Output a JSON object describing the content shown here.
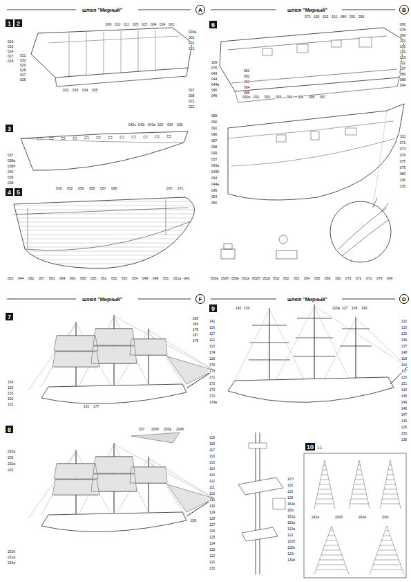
{
  "diagram": {
    "nodes": [
      {
        "text": [
          "A"
        ]
      },
      {
        "text": [
          "B"
        ]
      },
      {
        "text": [
          "F"
        ]
      },
      {
        "text": [
          "D"
        ]
      },
      {
        "text": [
          "1"
        ]
      },
      {
        "text": [
          "2"
        ]
      },
      {
        "text": [
          "3"
        ]
      },
      {
        "text": [
          "4"
        ]
      },
      {
        "text": [
          "5"
        ]
      },
      {
        "text": [
          "6"
        ]
      },
      {
        "text": [
          "7"
        ]
      },
      {
        "text": [
          "8"
        ]
      },
      {
        "text": [
          "9"
        ]
      },
      {
        "text": [
          "10"
        ]
      }
    ],
    "labels": [
      "шлюп \"Мирный\"",
      "шлюп \"Мирный\"",
      "шлюп \"Мирный\"",
      "шлюп \"Мирный\"",
      "009",
      "010",
      "011",
      "005",
      "025",
      "004",
      "024",
      "003",
      "003а",
      "002",
      "001",
      "013",
      "016",
      "015",
      "014",
      "017",
      "018",
      "031",
      "030",
      "029",
      "028",
      "027",
      "026",
      "032",
      "033",
      "034",
      "035",
      "007",
      "008",
      "021",
      "022",
      "042з",
      "042г",
      "041в",
      "020",
      "034",
      "038",
      "037",
      "038а",
      "038б",
      "040",
      "039",
      "048",
      "039",
      "052",
      "059",
      "058",
      "057",
      "068",
      "070",
      "071",
      "053",
      "044",
      "062",
      "057",
      "063",
      "064",
      "060",
      "056",
      "055",
      "051",
      "052",
      "053",
      "054",
      "049",
      "048",
      "051",
      "051а",
      "043",
      "070",
      "100",
      "102",
      "101",
      "084",
      "091",
      "093",
      "080",
      "078",
      "099",
      "100",
      "106",
      "104",
      "103",
      "102",
      "107",
      "089",
      "088",
      "094",
      "109",
      "075",
      "043",
      "044",
      "044а",
      "045",
      "046",
      "081",
      "082",
      "083",
      "084",
      "085",
      "090а",
      "091",
      "092",
      "093",
      "094",
      "095",
      "096",
      "097",
      "089",
      "090",
      "091",
      "096",
      "097",
      "098",
      "099",
      "057",
      "043а",
      "043б",
      "044",
      "044а",
      "045",
      "054",
      "050",
      "110",
      "071",
      "073",
      "074",
      "075",
      "079",
      "080",
      "106",
      "105",
      "050а",
      "050б",
      "050в",
      "052а",
      "052б",
      "052в",
      "052г",
      "052",
      "053",
      "054",
      "055",
      "056",
      "160",
      "073",
      "072",
      "071",
      "079",
      "049",
      "186",
      "184",
      "178",
      "187",
      "179",
      "154",
      "153",
      "133",
      "152",
      "131",
      "151",
      "177",
      "203а",
      "203",
      "202а",
      "202",
      "207",
      "205б",
      "205а",
      "204б",
      "206",
      "201б",
      "201а",
      "204а",
      "142",
      "119",
      "120а",
      "127",
      "128",
      "143",
      "141",
      "116",
      "117",
      "112",
      "113",
      "174",
      "115",
      "176",
      "175",
      "171",
      "172",
      "173",
      "170",
      "174а",
      "132",
      "133",
      "129",
      "136",
      "137",
      "148",
      "118",
      "116",
      "117",
      "120",
      "121",
      "134",
      "135",
      "149",
      "146",
      "147",
      "130",
      "125",
      "150",
      "138",
      "119",
      "118",
      "117",
      "116",
      "115",
      "114",
      "113",
      "112",
      "111",
      "110",
      "131",
      "130",
      "129",
      "128",
      "127",
      "126",
      "125",
      "124",
      "123",
      "122",
      "121",
      "130",
      "117г",
      "116",
      "115",
      "128",
      "161в",
      "161г",
      "161д",
      "161а",
      "121в",
      "122",
      "122б",
      "122в",
      "122г",
      "130в",
      "1:1",
      "241а",
      "241б",
      "241в",
      "241г"
    ]
  }
}
